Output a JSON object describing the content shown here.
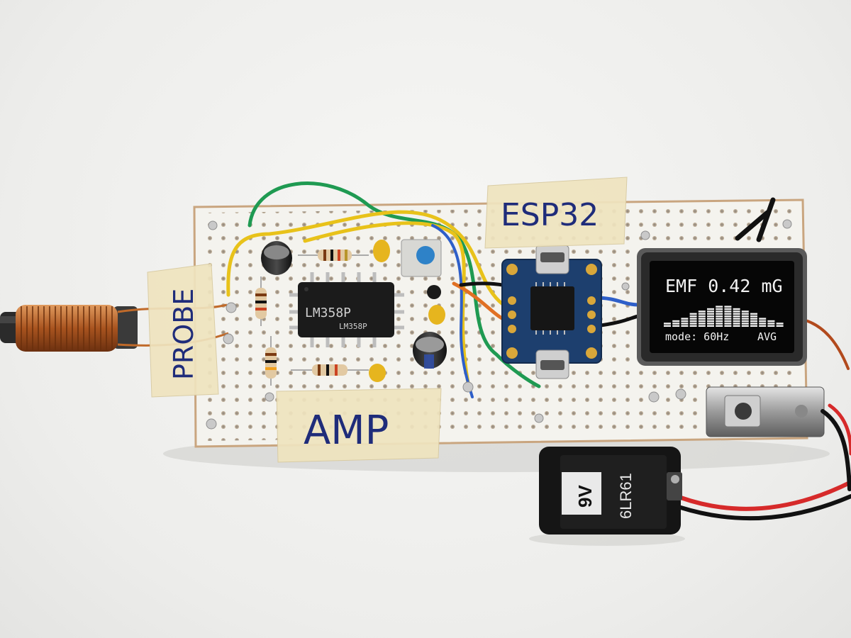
{
  "labels": {
    "probe": "PROBE",
    "amp": "AMP",
    "esp32": "ESP32"
  },
  "chip": {
    "marking_top": "LM358P",
    "marking_sub": "LM358P"
  },
  "display": {
    "line1": "EMF 0.42 mG",
    "mode": "mode: 60Hz",
    "avg": "AVG",
    "bars": [
      2,
      3,
      4,
      6,
      7,
      8,
      9,
      9,
      8,
      7,
      6,
      4,
      3,
      2
    ]
  },
  "battery": {
    "voltage": "9V",
    "model": "6LR61"
  },
  "colors": {
    "board": "#f4f3ee",
    "copper": "#b8672c",
    "tape": "#efe4bf",
    "ink": "#1f2c7a",
    "pcb_blue": "#1d3f6e",
    "wire_green": "#1f9a52",
    "wire_yellow": "#e8c21a",
    "wire_blue": "#2e5fc9"
  }
}
